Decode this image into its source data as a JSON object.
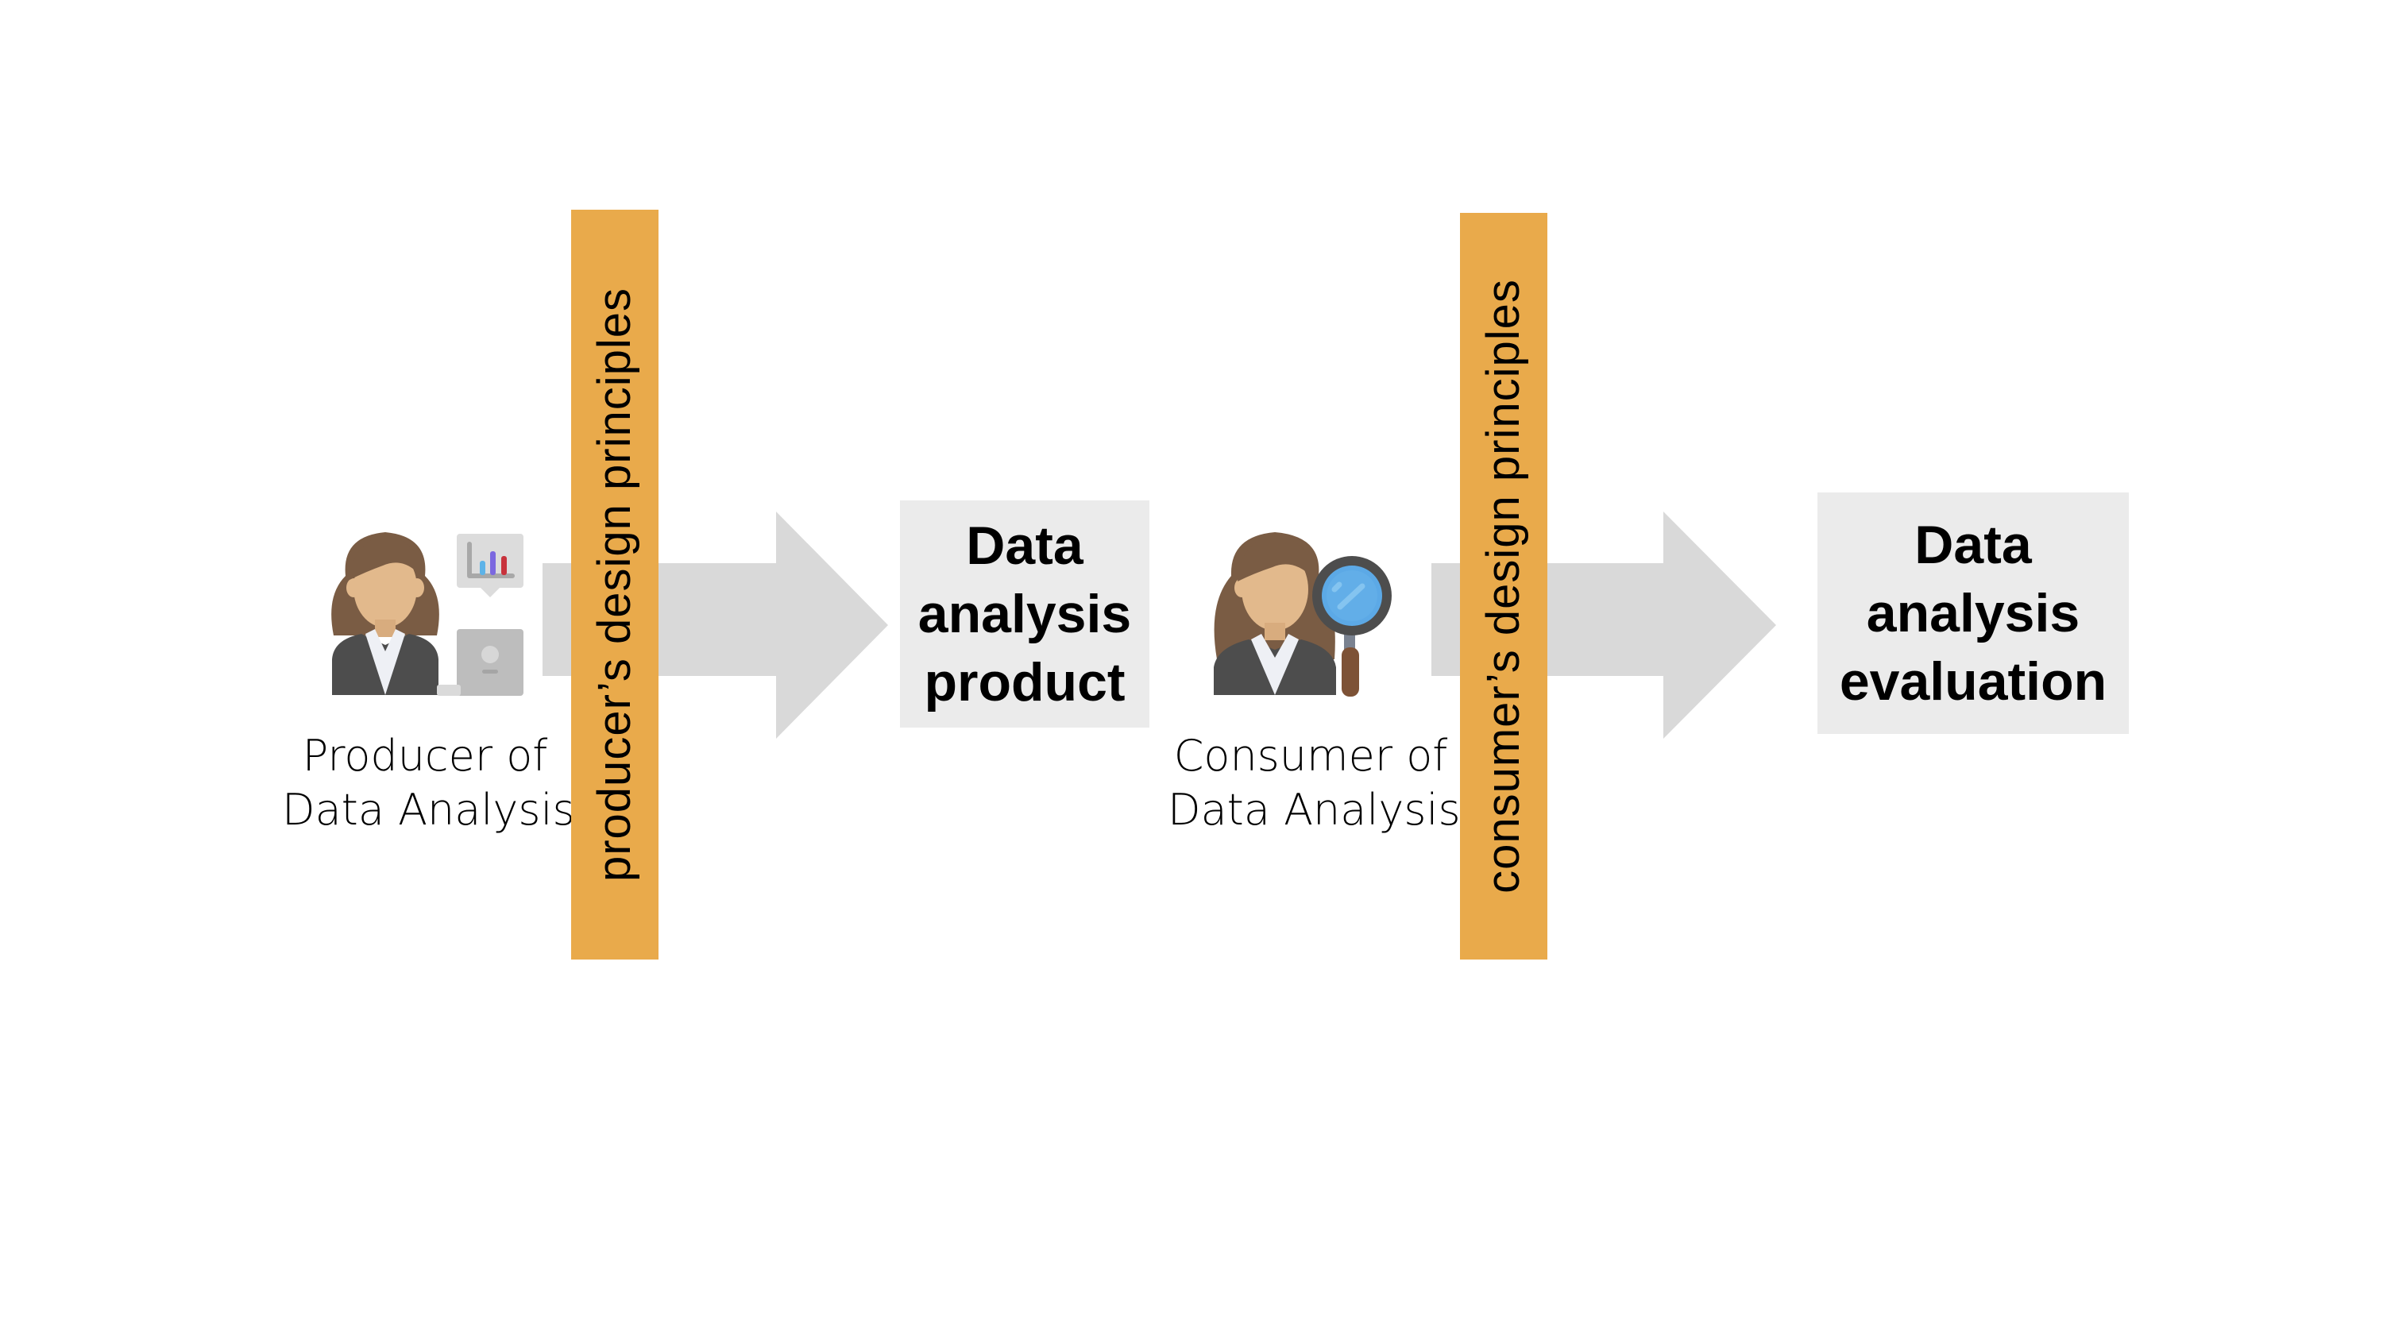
{
  "diagram": {
    "actors": [
      {
        "id": "producer",
        "caption_line1": "Producer of",
        "caption_line2": "Data Analysis",
        "icon": "woman-with-laptop-and-chart-icon"
      },
      {
        "id": "consumer",
        "caption_line1": "Consumer of",
        "caption_line2": "Data Analysis",
        "icon": "woman-with-magnifying-glass-icon"
      }
    ],
    "filters": [
      {
        "id": "producer-principles",
        "label": "producer’s design principles"
      },
      {
        "id": "consumer-principles",
        "label": "consumer’s design principles"
      }
    ],
    "outputs": [
      {
        "id": "product",
        "lines": [
          "Data",
          "analysis",
          "product"
        ]
      },
      {
        "id": "evaluation",
        "lines": [
          "Data",
          "analysis",
          "evaluation"
        ]
      }
    ],
    "colors": {
      "filter_bar": "#E9AA4B",
      "arrow": "#D9D9D9",
      "output_box": "#EBEBEB",
      "hair": "#7A5C44",
      "skin": "#E2B98C",
      "suit": "#4D4D4D",
      "collar": "#EEF0F5",
      "chart_bar_blue": "#5DB3E8",
      "chart_bar_purple": "#7B68E0",
      "chart_bar_red": "#C8323C",
      "lens": "#5CA9E6",
      "handle": "#7D5236"
    }
  }
}
